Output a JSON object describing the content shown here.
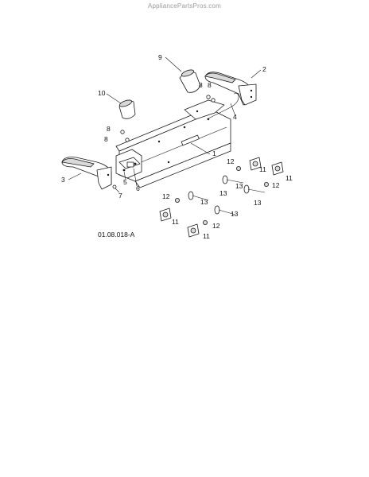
{
  "watermark": "AppliancePartsPros.com",
  "diagram_code": "01.08.018-A",
  "callouts": {
    "c1": "1",
    "c2": "2",
    "c3": "3",
    "c4": "4",
    "c5": "5",
    "c6": "6",
    "c7": "7",
    "c8a": "8",
    "c8b": "8",
    "c8c": "8",
    "c8d": "8",
    "c9": "9",
    "c10": "10",
    "c11a": "11",
    "c11b": "11",
    "c11c": "11",
    "c11d": "11",
    "c12a": "12",
    "c12b": "12",
    "c12c": "12",
    "c12d": "12",
    "c13a": "13",
    "c13b": "13",
    "c13c": "13",
    "c13d": "13",
    "c13e": "13"
  }
}
